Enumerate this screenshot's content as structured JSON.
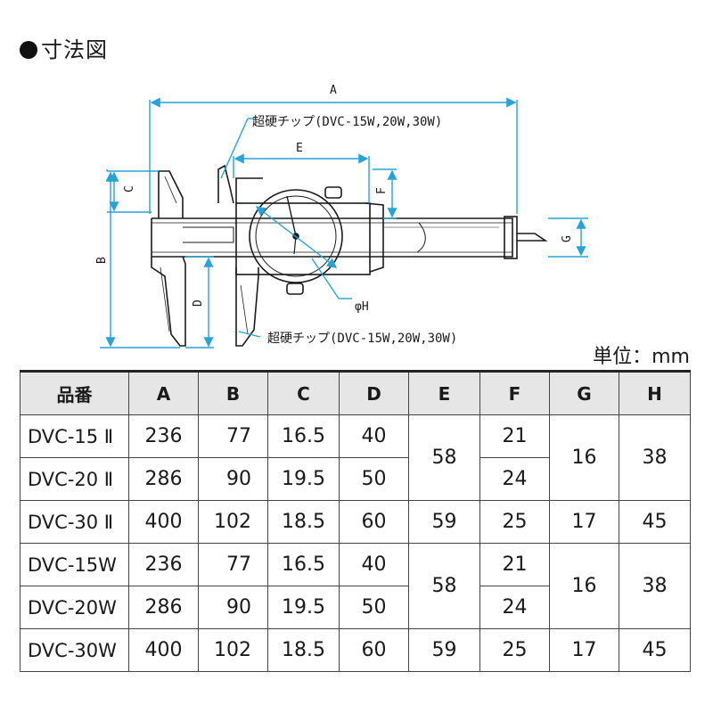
{
  "header": {
    "title": "寸法図"
  },
  "unit_label": "単位：mm",
  "diagram": {
    "labels": {
      "A": "A",
      "B": "B",
      "C": "C",
      "D": "D",
      "E": "E",
      "F": "F",
      "G": "G",
      "H": "φH",
      "tip_top": "超硬チップ(DVC-15W,20W,30W)",
      "tip_bottom": "超硬チップ(DVC-15W,20W,30W)"
    },
    "colors": {
      "dimension": "#27a3d6",
      "outline": "#1a1a1a"
    }
  },
  "table": {
    "headers": [
      "品番",
      "A",
      "B",
      "C",
      "D",
      "E",
      "F",
      "G",
      "H"
    ],
    "rows": [
      {
        "model": "DVC-15 Ⅱ",
        "A": "236",
        "B": "77",
        "C": "16.5",
        "D": "40",
        "E": "58",
        "F": "21",
        "G": "16",
        "H": "38"
      },
      {
        "model": "DVC-20 Ⅱ",
        "A": "286",
        "B": "90",
        "C": "19.5",
        "D": "50",
        "F": "24"
      },
      {
        "model": "DVC-30 Ⅱ",
        "A": "400",
        "B": "102",
        "C": "18.5",
        "D": "60",
        "E": "59",
        "F": "25",
        "G": "17",
        "H": "45"
      },
      {
        "model": "DVC-15W",
        "A": "236",
        "B": "77",
        "C": "16.5",
        "D": "40",
        "E": "58",
        "F": "21",
        "G": "16",
        "H": "38"
      },
      {
        "model": "DVC-20W",
        "A": "286",
        "B": "90",
        "C": "19.5",
        "D": "50",
        "F": "24"
      },
      {
        "model": "DVC-30W",
        "A": "400",
        "B": "102",
        "C": "18.5",
        "D": "60",
        "E": "59",
        "F": "25",
        "G": "17",
        "H": "45"
      }
    ]
  }
}
